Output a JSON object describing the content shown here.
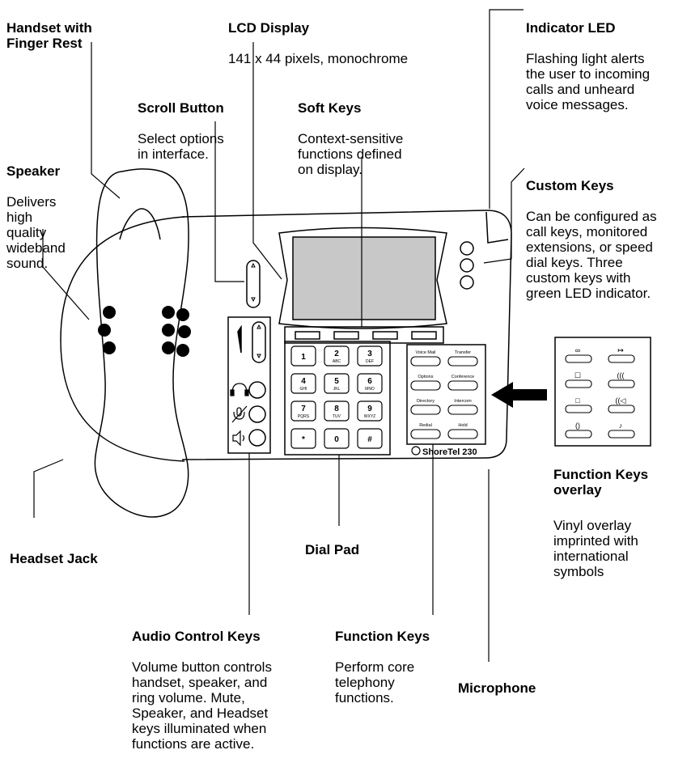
{
  "callouts": {
    "handset": {
      "title": "Handset with\nFinger Rest"
    },
    "lcd": {
      "title": "LCD Display",
      "desc": "141 x 44 pixels, monochrome"
    },
    "indicator": {
      "title": "Indicator LED",
      "desc": "Flashing light alerts\nthe user to incoming\ncalls and unheard\nvoice messages."
    },
    "scroll": {
      "title": "Scroll Button",
      "desc": "Select options\nin interface."
    },
    "softkeys": {
      "title": "Soft Keys",
      "desc": "Context-sensitive\nfunctions defined\non display."
    },
    "speaker": {
      "title": "Speaker",
      "desc": "Delivers\nhigh\nquality\nwideband\nsound."
    },
    "custom": {
      "title": "Custom Keys",
      "desc": "Can be configured as\ncall keys, monitored\nextensions, or speed\ndial keys. Three\ncustom keys with\ngreen LED indicator."
    },
    "headset": {
      "title": "Headset Jack"
    },
    "dialpad": {
      "title": "Dial Pad"
    },
    "overlay": {
      "title": "Function Keys\noverlay",
      "desc": "Vinyl overlay\nimprinted with\ninternational\nsymbols"
    },
    "audio": {
      "title": "Audio Control Keys",
      "desc": "Volume button controls\nhandset, speaker, and\nring volume. Mute,\nSpeaker, and Headset\nkeys illuminated when\nfunctions are active."
    },
    "function": {
      "title": "Function Keys",
      "desc": "Perform core\ntelephony\nfunctions."
    },
    "microphone": {
      "title": "Microphone"
    }
  },
  "keypad": [
    {
      "digit": "1",
      "letters": ""
    },
    {
      "digit": "2",
      "letters": "ABC"
    },
    {
      "digit": "3",
      "letters": "DEF"
    },
    {
      "digit": "4",
      "letters": "GHI"
    },
    {
      "digit": "5",
      "letters": "JKL"
    },
    {
      "digit": "6",
      "letters": "MNO"
    },
    {
      "digit": "7",
      "letters": "PQRS"
    },
    {
      "digit": "8",
      "letters": "TUV"
    },
    {
      "digit": "9",
      "letters": "WXYZ"
    },
    {
      "digit": "*",
      "letters": ""
    },
    {
      "digit": "0",
      "letters": ""
    },
    {
      "digit": "#",
      "letters": ""
    }
  ],
  "function_keys": [
    "Voice Mail",
    "Transfer",
    "Options",
    "Conference",
    "Directory",
    "Intercom",
    "Redial",
    "Hold"
  ],
  "brand": {
    "name": "ShoreTel",
    "model": "230"
  },
  "overlay_icons": [
    "voicemail-icon",
    "transfer-icon",
    "options-icon",
    "conference-icon",
    "directory-icon",
    "intercom-icon",
    "redial-icon",
    "hold-icon"
  ]
}
